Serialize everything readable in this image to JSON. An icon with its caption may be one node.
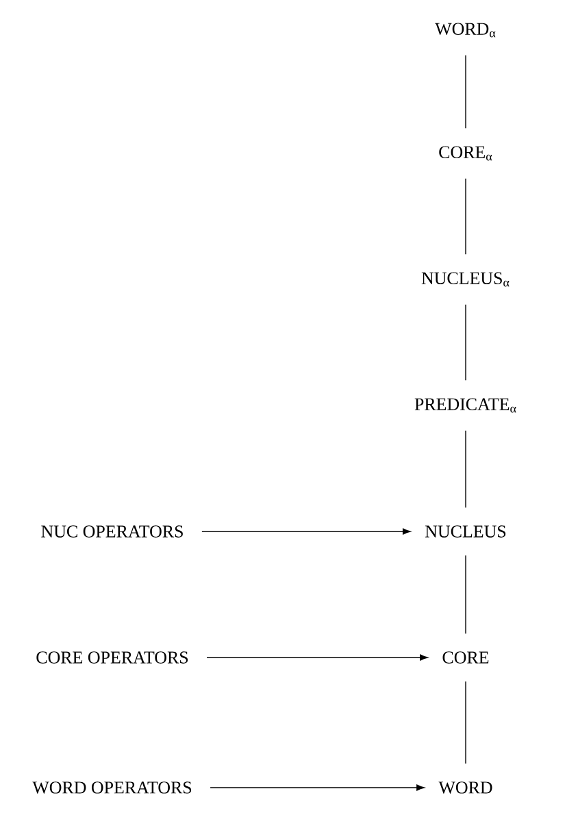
{
  "diagram": {
    "nodes": [
      {
        "text": [
          "WORD$_{α}$"
        ]
      },
      {
        "text": [
          "CORE$_{α}$"
        ]
      },
      {
        "text": [
          "NUCLEUS$_{α}$"
        ]
      },
      {
        "text": [
          "PREDICATE$_{α}$"
        ]
      },
      {
        "text": [
          "NUCLEUS"
        ]
      },
      {
        "text": [
          "CORE"
        ]
      },
      {
        "text": [
          "WORD"
        ]
      },
      {
        "text": [
          "NUC OPERATORS"
        ]
      },
      {
        "text": [
          "CORE OPERATORS"
        ]
      },
      {
        "text": [
          "WORD OPERATORS"
        ]
      }
    ],
    "edges": [
      {
        "from": 0,
        "to": 1,
        "arrow": "none"
      },
      {
        "from": 1,
        "to": 2,
        "arrow": "none"
      },
      {
        "from": 2,
        "to": 3,
        "arrow": "none"
      },
      {
        "from": 3,
        "to": 4,
        "arrow": "none"
      },
      {
        "from": 4,
        "to": 5,
        "arrow": "none"
      },
      {
        "from": 5,
        "to": 6,
        "arrow": "none"
      },
      {
        "from": 7,
        "to": 4,
        "arrow": "to"
      },
      {
        "from": 8,
        "to": 5,
        "arrow": "to"
      },
      {
        "from": 9,
        "to": 6,
        "arrow": "to"
      }
    ]
  }
}
